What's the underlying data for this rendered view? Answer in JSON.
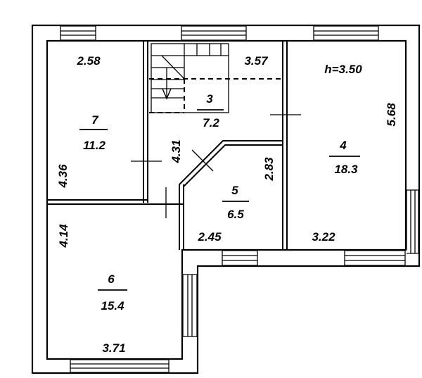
{
  "plan": {
    "height_note": "h=3.50",
    "rooms": [
      {
        "id": "7",
        "number": "7",
        "area": "11.2"
      },
      {
        "id": "3",
        "number": "3",
        "area": "7.2"
      },
      {
        "id": "4",
        "number": "4",
        "area": "18.3"
      },
      {
        "id": "5",
        "number": "5",
        "area": "6.5"
      },
      {
        "id": "6",
        "number": "6",
        "area": "15.4"
      }
    ],
    "dimensions": {
      "room7_width": "2.58",
      "room7_height": "4.36",
      "stair_width": "3.57",
      "stair_height": "4.31",
      "room4_height": "5.68",
      "room4_width": "3.22",
      "room5_height": "2.83",
      "room5_width": "2.45",
      "room6_height": "4.14",
      "room6_width": "3.71"
    }
  }
}
